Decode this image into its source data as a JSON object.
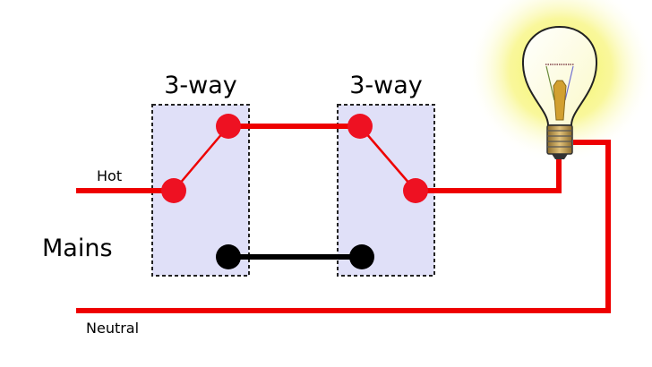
{
  "labels": {
    "switch_left": "3-way",
    "switch_right": "3-way",
    "hot": "Hot",
    "mains": "Mains",
    "neutral": "Neutral"
  },
  "colors": {
    "live_wire": "#ee0000",
    "traveler_wire": "#000000",
    "switch_box_fill": "#e0e0f8",
    "switch_box_border": "#222222",
    "terminal_live": "#ee1122",
    "terminal_dead": "#000000",
    "bulb_glow": "#f4f272",
    "bulb_base": "#c8a050"
  },
  "icons": {
    "bulb": "light-bulb-icon"
  }
}
